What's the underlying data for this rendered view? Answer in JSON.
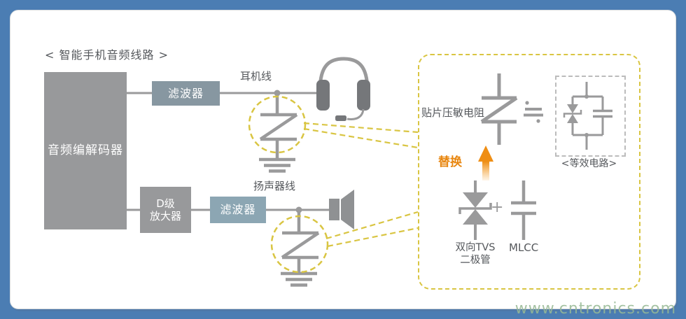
{
  "header": {
    "title": "< 智能手机音频线路 >"
  },
  "blocks": {
    "codec": "音频编解码器",
    "filter_top": "滤波器",
    "amp_line1": "D级",
    "amp_line2": "放大器",
    "filter_bottom": "滤波器"
  },
  "wires": {
    "headphone_line": "耳机线",
    "speaker_line": "扬声器线"
  },
  "callout": {
    "varistor": "贴片压敏电阻",
    "approx": "≒",
    "equivalent": "<等效电路>",
    "replace": "替换",
    "tvs_line1": "双向TVS",
    "tvs_line2": "二极管",
    "plus": "+",
    "mlcc": "MLCC"
  },
  "icons": {
    "headset": "headset-icon",
    "speaker": "speaker-icon",
    "varistor_symbol": "varistor-symbol",
    "ground_symbol": "ground-symbol",
    "tvs_diode_symbol": "tvs-diode-symbol",
    "capacitor_symbol": "mlcc-capacitor-symbol",
    "up_arrow": "up-arrow-icon"
  },
  "colors": {
    "frame_blue": "#4b7db3",
    "box_gray": "#98999b",
    "filter_top": "#8797a1",
    "filter_bottom": "#8ca6b3",
    "line_gray": "#9a9a9b",
    "accent_yellow": "#d9c542",
    "accent_orange": "#ef8e14",
    "text_dark": "#55585c"
  },
  "watermark": "www.cntronics.com"
}
